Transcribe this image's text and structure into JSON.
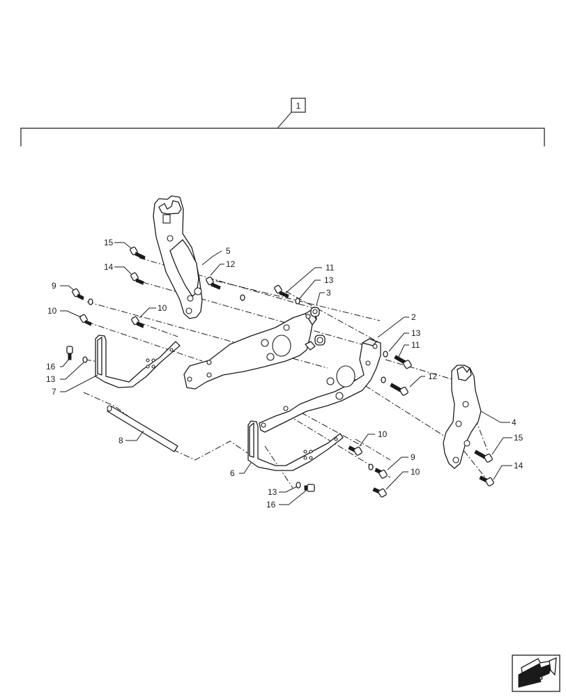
{
  "assembly": {
    "number": "1"
  },
  "callouts": {
    "c15a": "15",
    "c5": "5",
    "c14a": "14",
    "c12a": "12",
    "c11a": "11",
    "c13a": "13",
    "c9a": "9",
    "c3": "3",
    "c10a": "10",
    "c10b": "10",
    "c2": "2",
    "c13b": "13",
    "c11b": "11",
    "c16a": "16",
    "c13c": "13",
    "c7": "7",
    "c12b": "12",
    "c8": "8",
    "c4": "4",
    "c10c": "10",
    "c15b": "15",
    "c9b": "9",
    "c6": "6",
    "c10d": "10",
    "c14b": "14",
    "c13d": "13",
    "c16b": "16"
  },
  "icons": {
    "navigation": "next-page-arrow-icon"
  }
}
